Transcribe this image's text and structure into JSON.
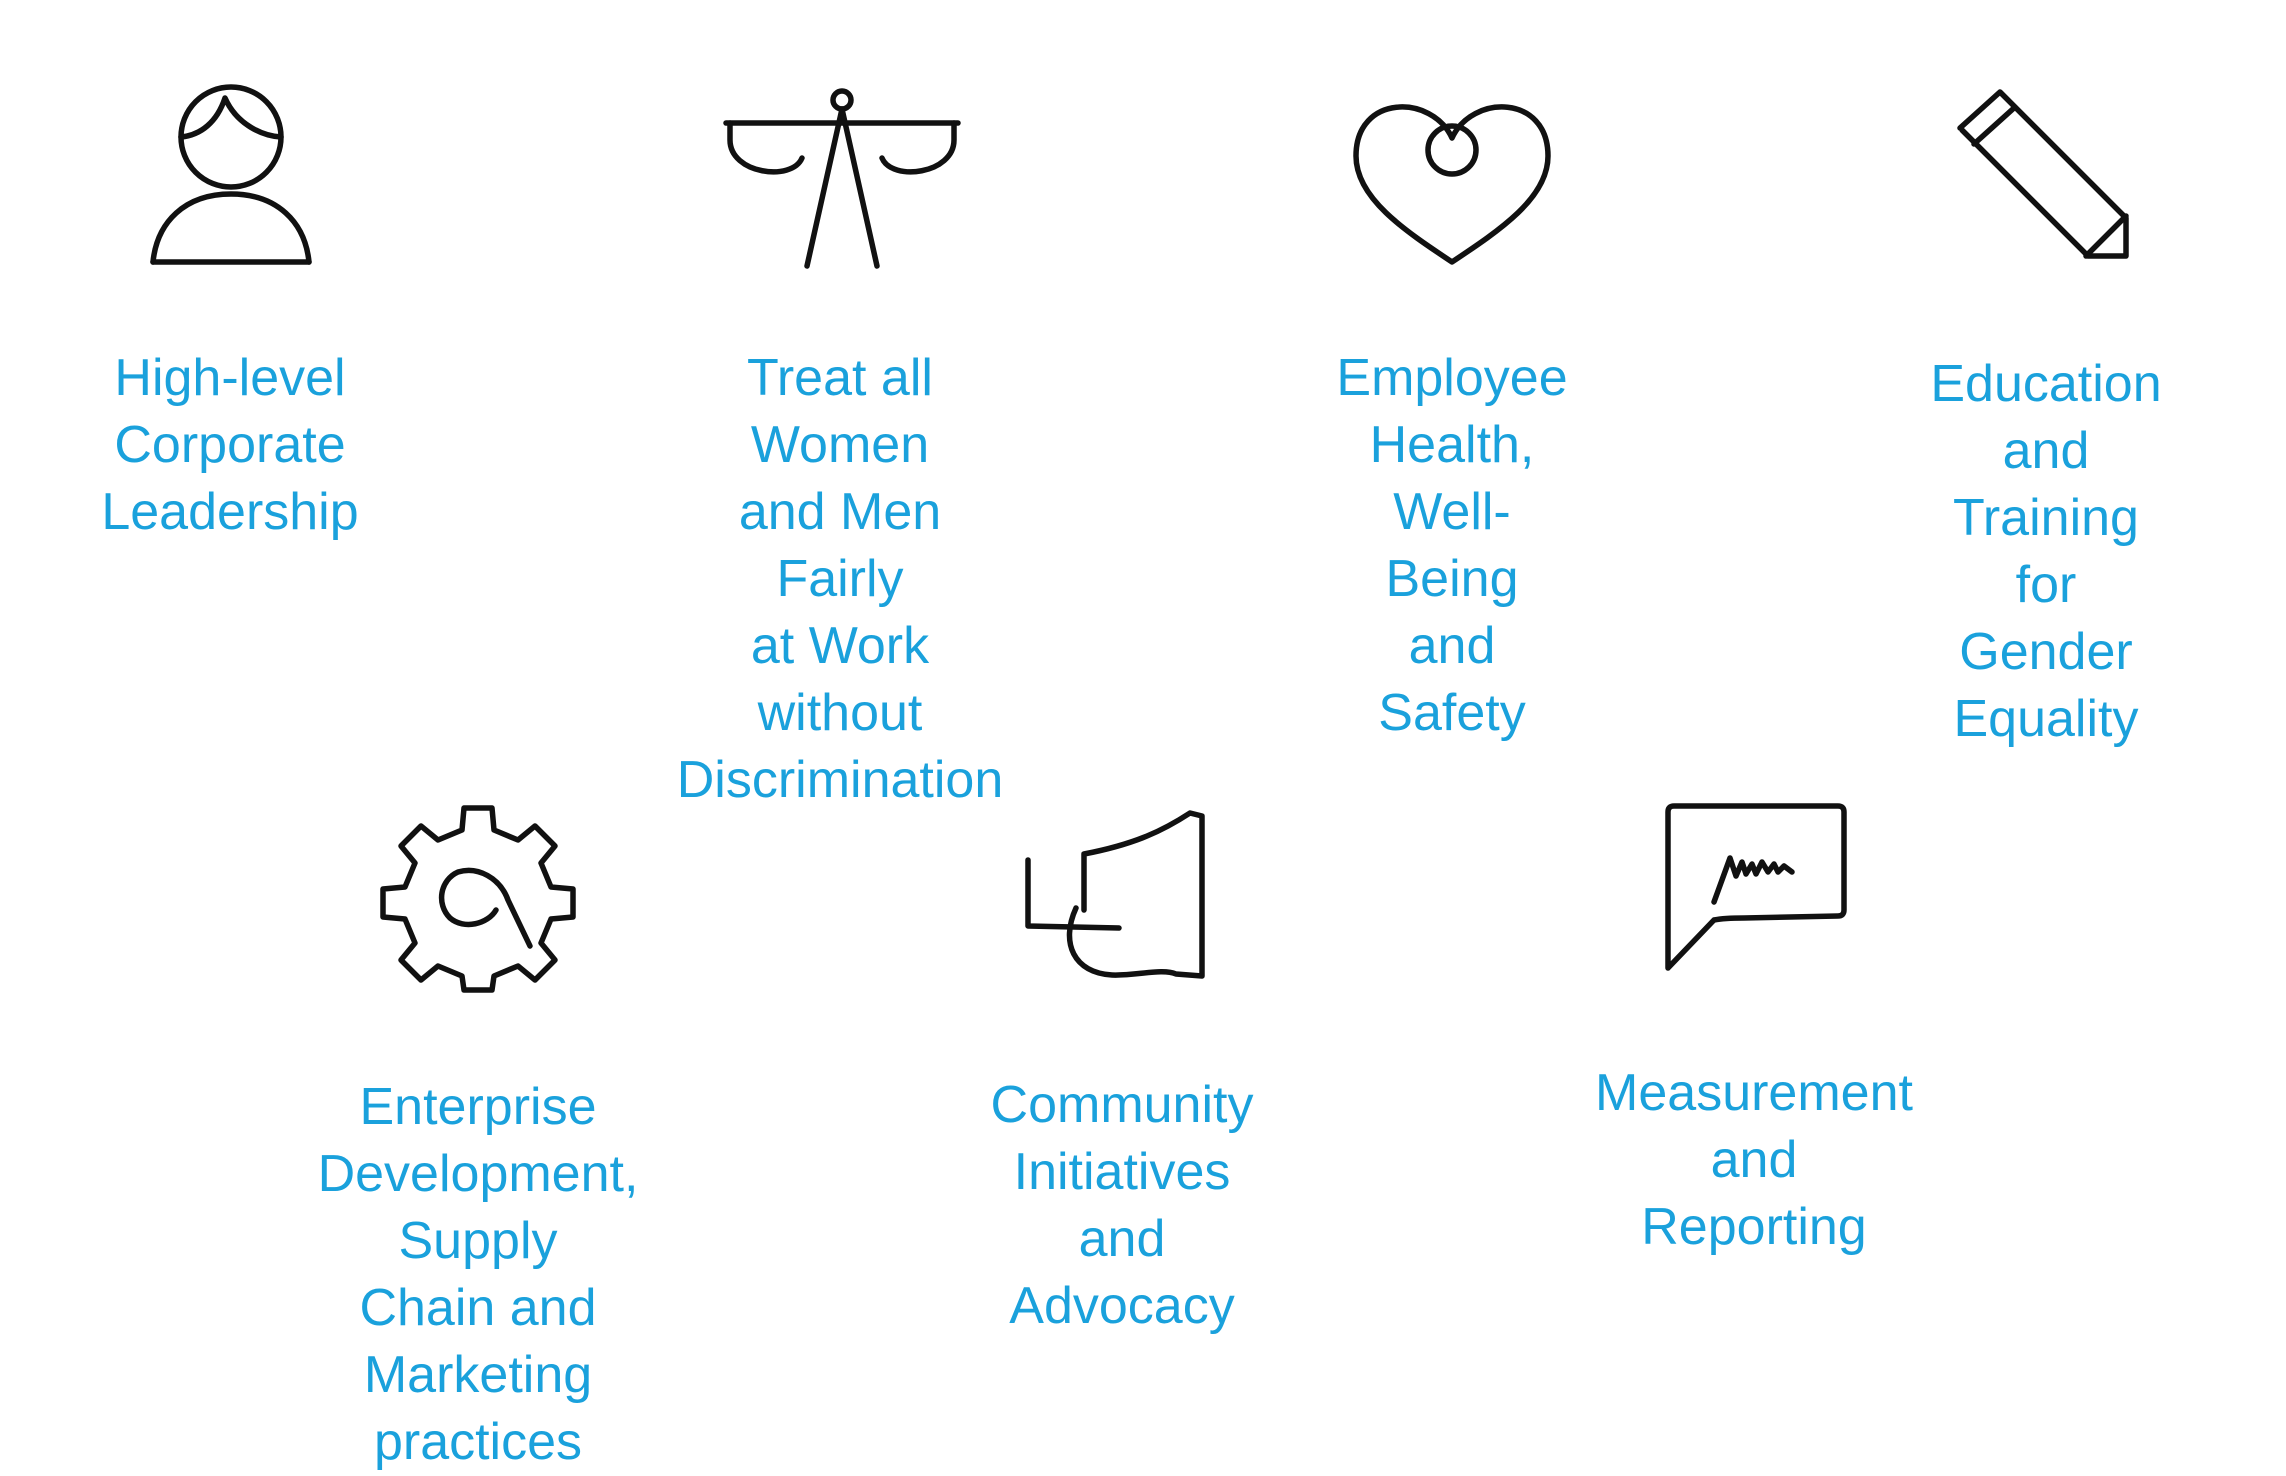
{
  "accent_color": "#1aa1dc",
  "items": [
    {
      "icon": "person-icon",
      "label": "High-level\nCorporate\nLeadership"
    },
    {
      "icon": "scales-icon",
      "label": "Treat all Women\nand Men Fairly\nat Work without\nDiscrimination"
    },
    {
      "icon": "heart-icon",
      "label": "Employee Health,\nWell-Being\nand Safety"
    },
    {
      "icon": "pencil-icon",
      "label": "Education and\nTraining for Gender\nEquality"
    },
    {
      "icon": "gear-icon",
      "label": "Enterprise\nDevelopment, Supply\nChain and Marketing\npractices"
    },
    {
      "icon": "megaphone-icon",
      "label": "Community\nInitiatives and\nAdvocacy"
    },
    {
      "icon": "chart-board-icon",
      "label": "Measurement\nand Reporting"
    }
  ]
}
